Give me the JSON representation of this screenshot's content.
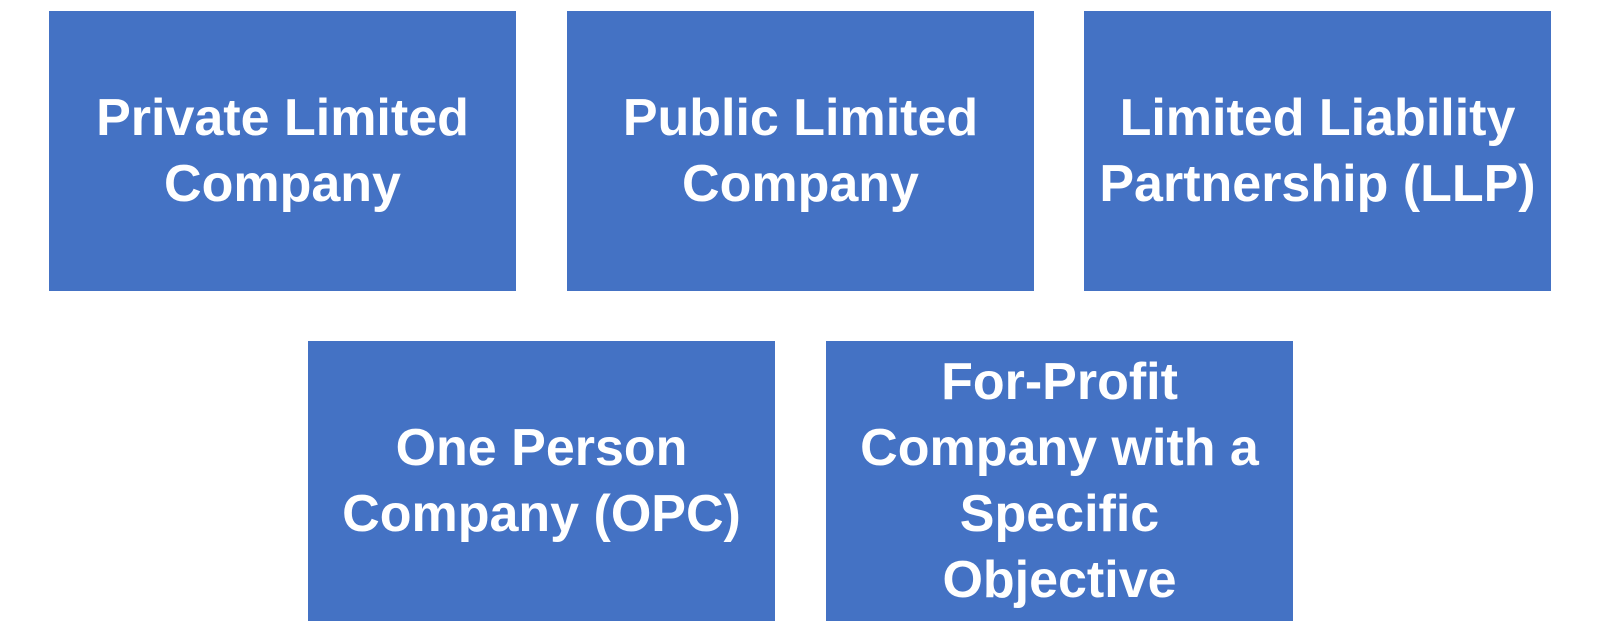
{
  "tile_color": "#4472C4",
  "text_color": "#FFFFFF",
  "tiles": [
    {
      "label": "Private Limited\nCompany"
    },
    {
      "label": "Public Limited\nCompany"
    },
    {
      "label": "Limited Liability\nPartnership (LLP)"
    },
    {
      "label": "One Person\nCompany (OPC)"
    },
    {
      "label": "For-Profit\nCompany with a\nSpecific Objective"
    }
  ]
}
